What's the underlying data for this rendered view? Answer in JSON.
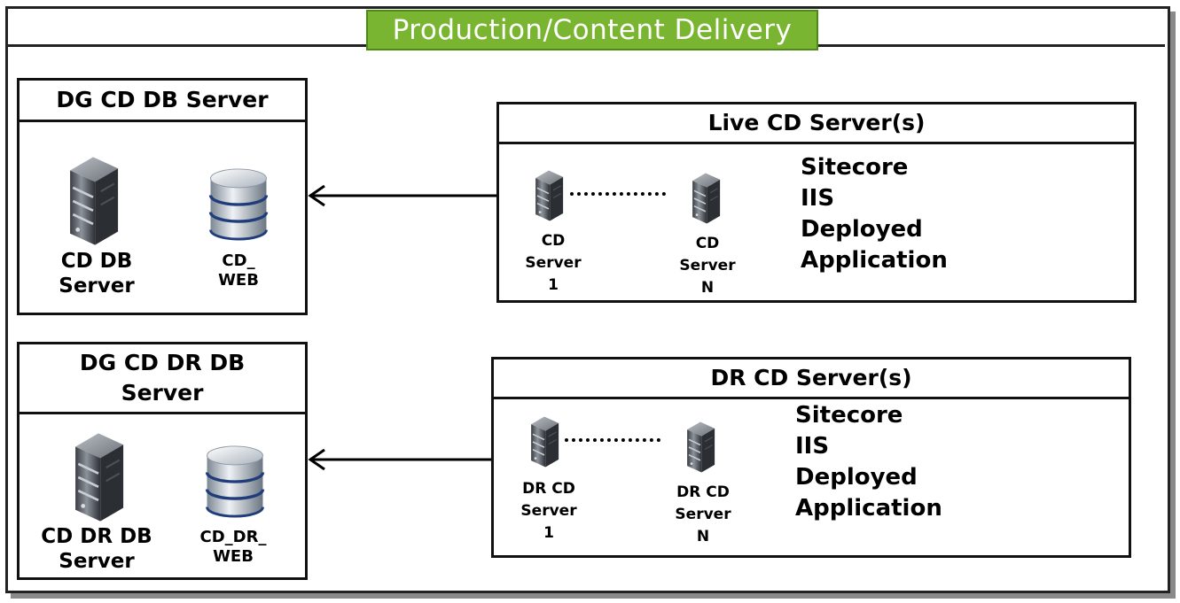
{
  "title": "Production/Content Delivery",
  "primary_db": {
    "heading": "DG CD DB Server",
    "server_label": "CD DB Server",
    "database_label": "CD_ WEB"
  },
  "dr_db": {
    "heading": "DG CD DR DB Server",
    "server_label": "CD DR DB Server",
    "database_label": "CD_DR_ WEB"
  },
  "live_cd": {
    "heading": "Live CD Server(s)",
    "server_first": [
      "CD",
      "Server",
      "1"
    ],
    "server_last": [
      "CD",
      "Server",
      "N"
    ],
    "features": [
      "Sitecore",
      "IIS",
      "Deployed",
      "Application"
    ]
  },
  "dr_cd": {
    "heading": "DR CD Server(s)",
    "server_first": [
      "DR CD",
      "Server",
      "1"
    ],
    "server_last": [
      "DR CD",
      "Server",
      "N"
    ],
    "features": [
      "Sitecore",
      "IIS",
      "Deployed",
      "Application"
    ]
  }
}
